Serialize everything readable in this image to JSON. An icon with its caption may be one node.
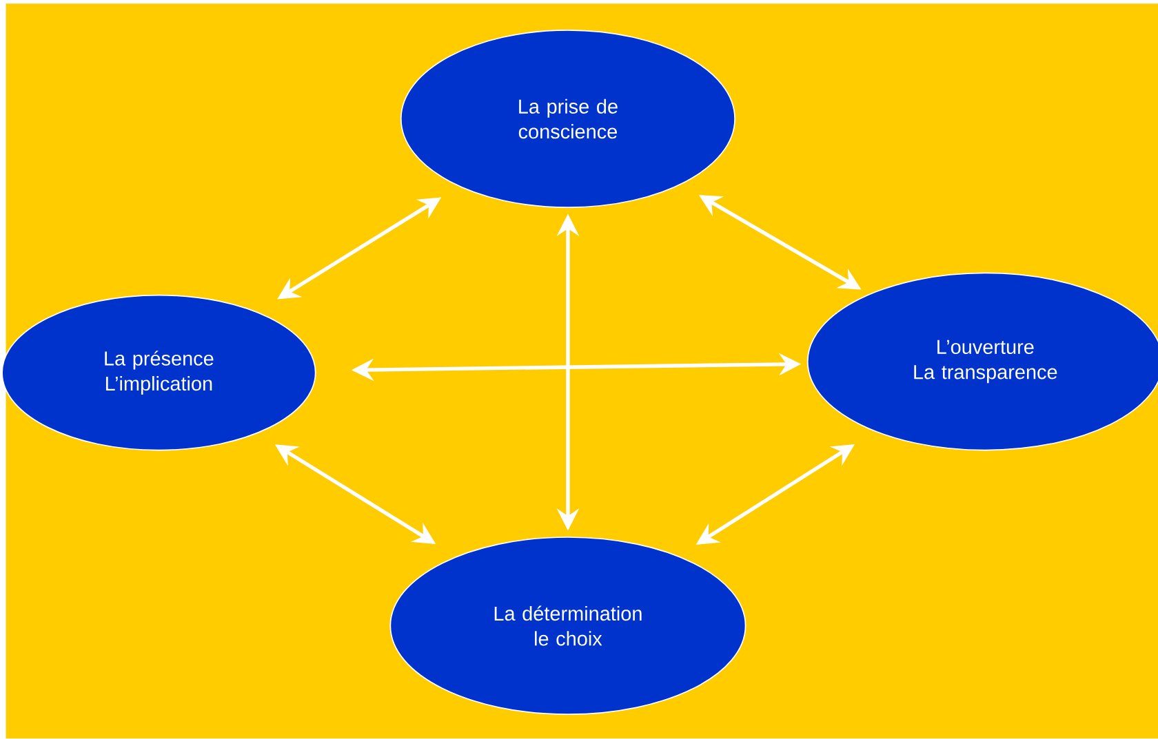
{
  "diagram": {
    "nodes": [
      {
        "text": [
          "La prise de conscience"
        ]
      },
      {
        "text": [
          "La présence",
          "L’implication"
        ]
      },
      {
        "text": [
          "L’ouverture",
          "La transparence"
        ]
      },
      {
        "text": [
          "La détermination",
          "le choix"
        ]
      }
    ],
    "edges": [
      {
        "from": 0,
        "to": 1,
        "arrow": "both"
      },
      {
        "from": 0,
        "to": 2,
        "arrow": "both"
      },
      {
        "from": 1,
        "to": 2,
        "arrow": "both"
      },
      {
        "from": 0,
        "to": 3,
        "arrow": "both"
      },
      {
        "from": 1,
        "to": 3,
        "arrow": "both"
      },
      {
        "from": 2,
        "to": 3,
        "arrow": "both"
      }
    ]
  }
}
